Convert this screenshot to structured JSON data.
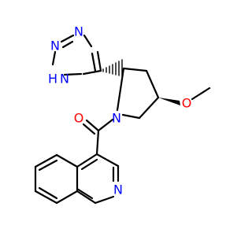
{
  "colors": {
    "bond": "#000000",
    "nitrogen": "#0000ff",
    "oxygen": "#ff0000",
    "background": "#ffffff"
  },
  "atoms": {
    "triazole_n_top": "N",
    "triazole_n_left": "N",
    "triazole_nh_h": "H",
    "triazole_nh_n": "N",
    "pyrrolidine_n": "N",
    "methoxy_o": "O",
    "carbonyl_o": "O",
    "isoquinoline_n": "N"
  }
}
